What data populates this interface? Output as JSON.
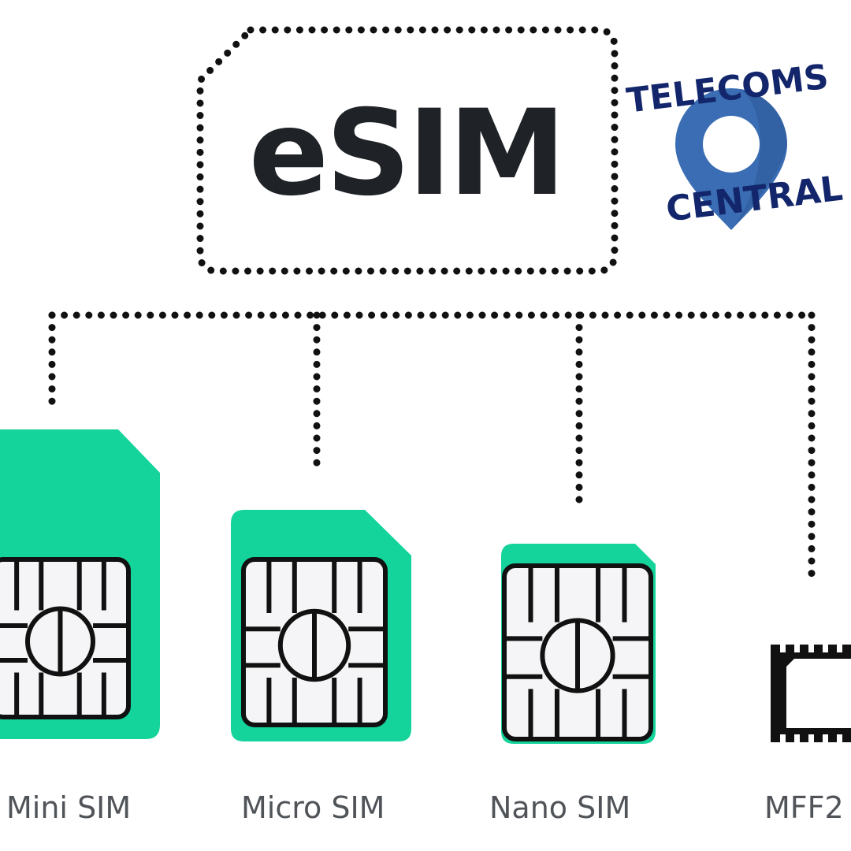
{
  "diagram": {
    "center_label": "eSIM",
    "sim_types": [
      {
        "label": "Mini SIM"
      },
      {
        "label": "Micro SIM"
      },
      {
        "label": "Nano SIM"
      },
      {
        "label": "MFF2"
      }
    ]
  },
  "watermark": {
    "line1": "TELECOMS",
    "line2": "CENTRAL"
  },
  "colors": {
    "sim_green": "#14d39b",
    "dots": "#111111",
    "text_dark": "#1f2226",
    "label_gray": "#505459",
    "logo_navy": "#13266b",
    "logo_pin": "#3a6db3"
  },
  "icons": [
    "dotted-sim-outline",
    "sim-card-icon",
    "chip-icon",
    "location-pin-icon"
  ]
}
